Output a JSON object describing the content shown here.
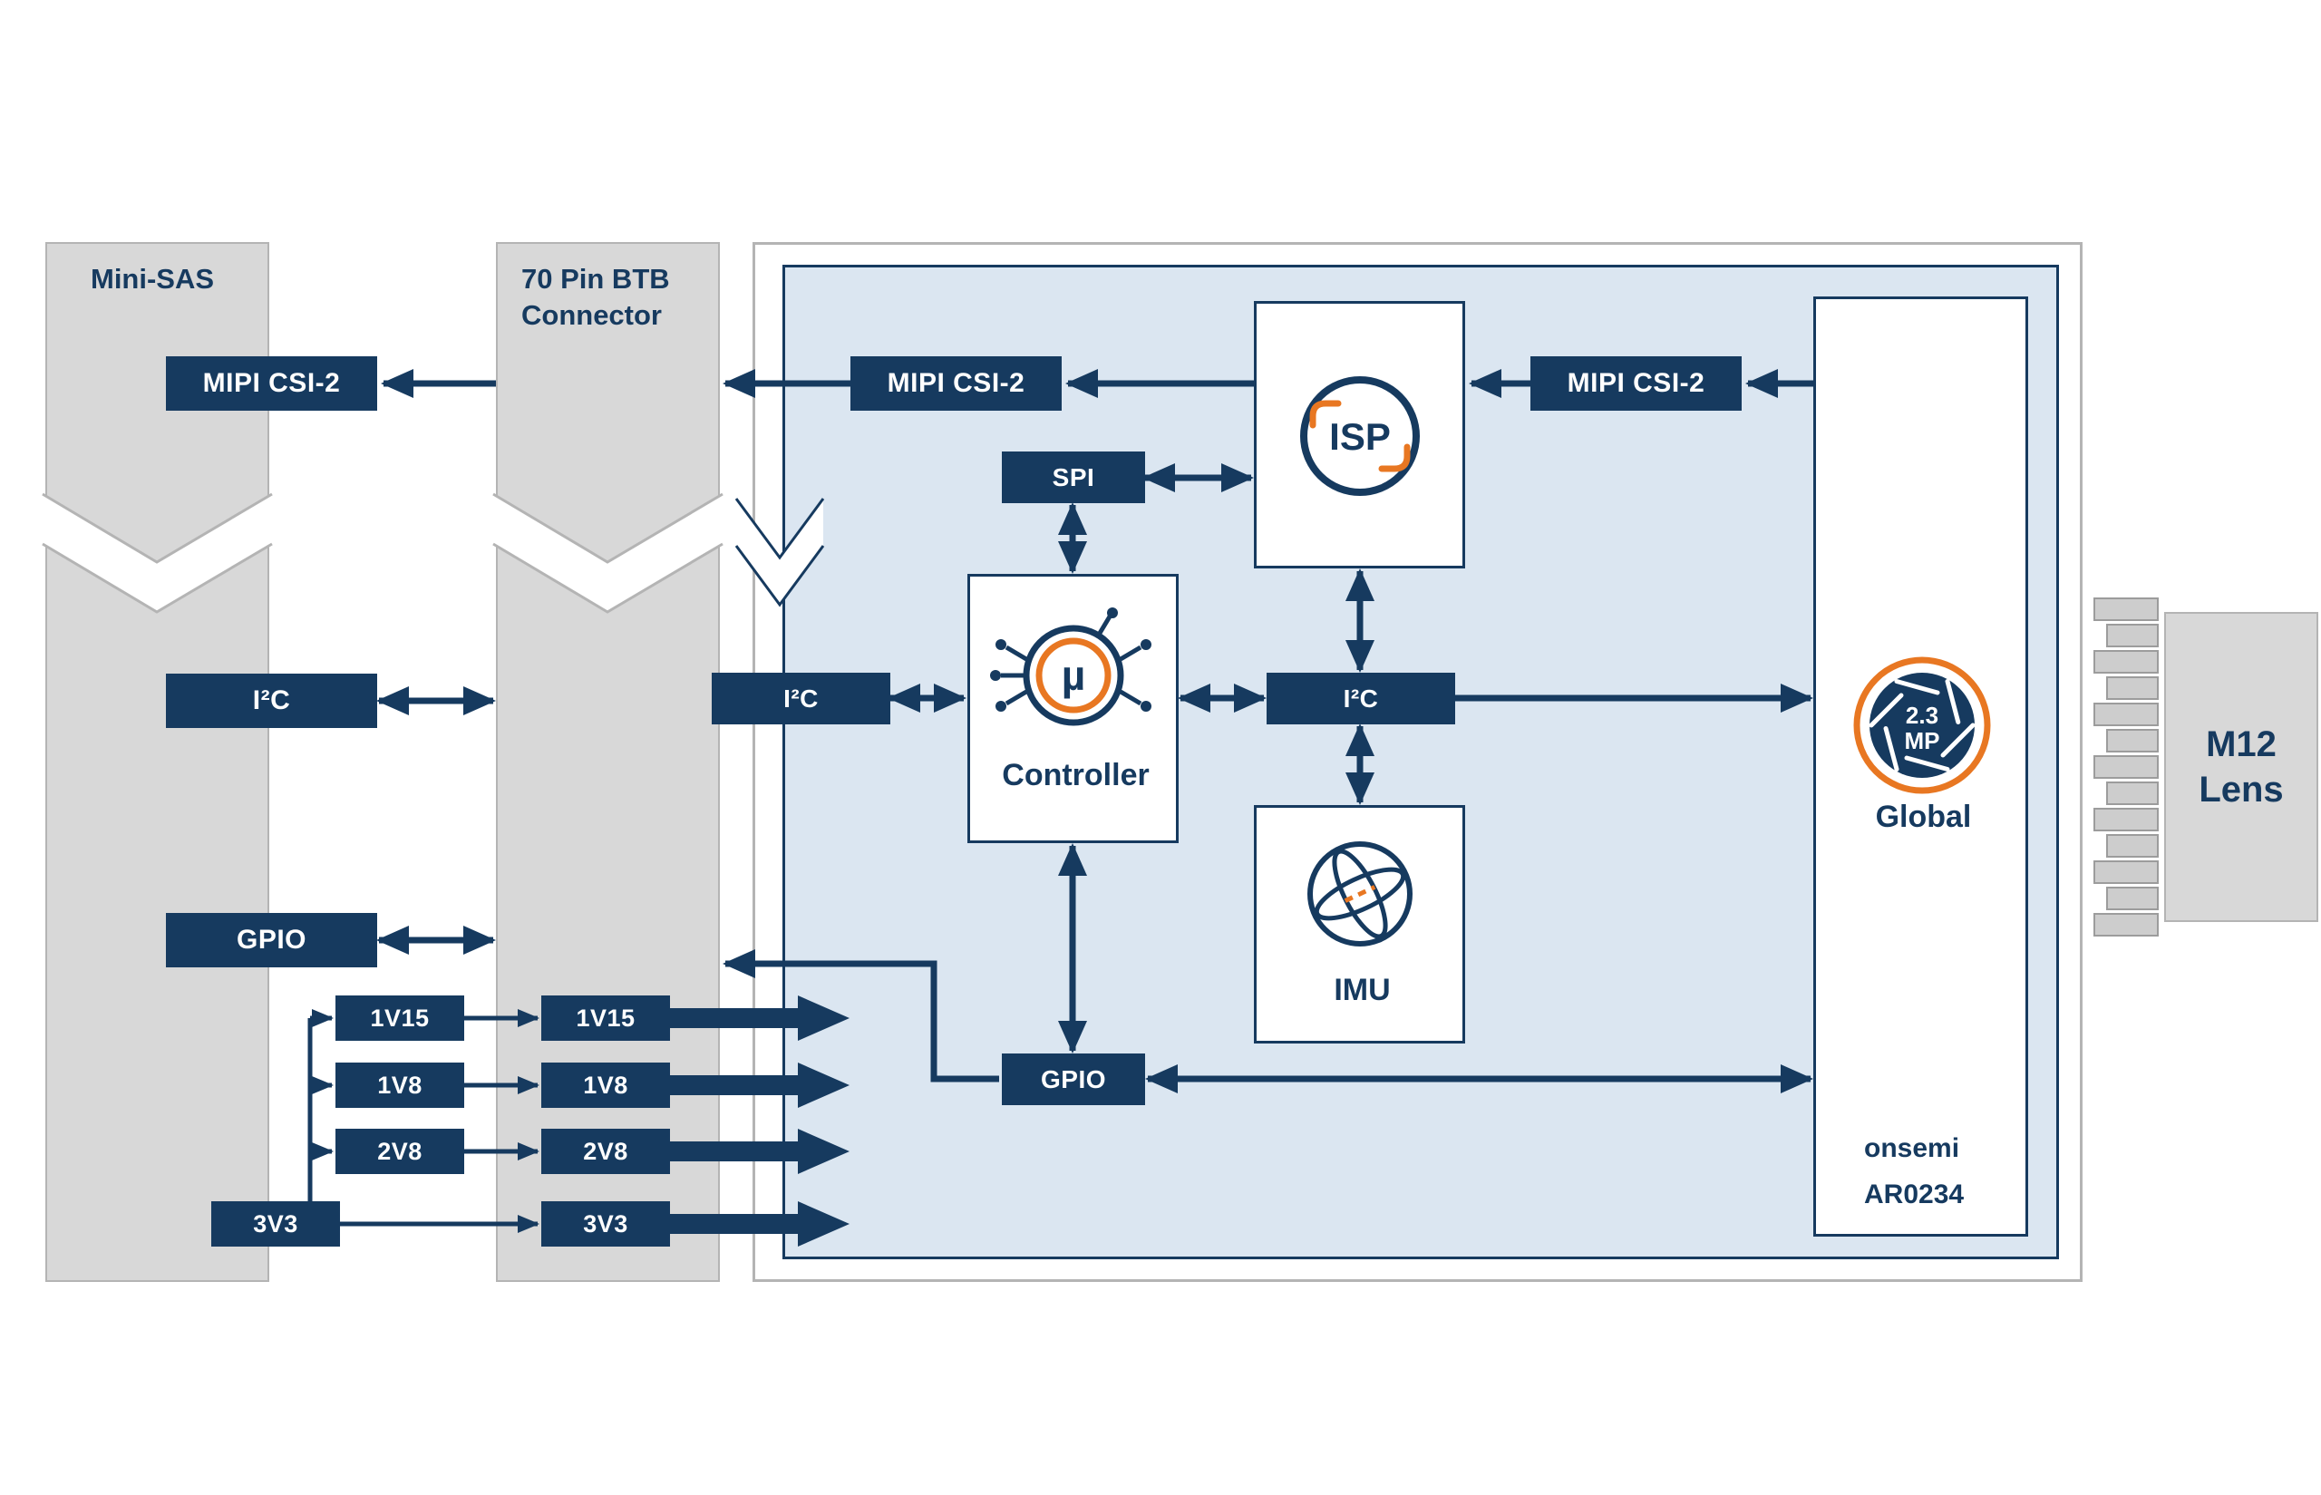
{
  "colors": {
    "navy": "#163a5f",
    "orange": "#e87722",
    "panel_gray": "#d8d8d8",
    "board_blue": "#dbe6f1"
  },
  "mini_sas": {
    "title": "Mini-SAS",
    "mipi": "MIPI CSI-2",
    "i2c": "I²C",
    "gpio": "GPIO",
    "v115": "1V15",
    "v18": "1V8",
    "v28": "2V8",
    "v33": "3V3"
  },
  "btb": {
    "title_line1": "70 Pin BTB",
    "title_line2": "Connector",
    "v115": "1V15",
    "v18": "1V8",
    "v28": "2V8",
    "v33": "3V3"
  },
  "board": {
    "mipi_out": "MIPI CSI-2",
    "spi": "SPI",
    "i2c_edge": "I²C",
    "i2c_bus": "I²C",
    "mipi_in": "MIPI CSI-2",
    "gpio": "GPIO",
    "isp_label": "ISP",
    "controller_label": "Controller",
    "controller_mu": "µ",
    "imu_label": "IMU",
    "sensor": {
      "mp_top": "2.3",
      "mp_bottom": "MP",
      "shutter": "Global",
      "vendor": "onsemi",
      "part": "AR0234"
    }
  },
  "lens": {
    "line1": "M12",
    "line2": "Lens"
  }
}
